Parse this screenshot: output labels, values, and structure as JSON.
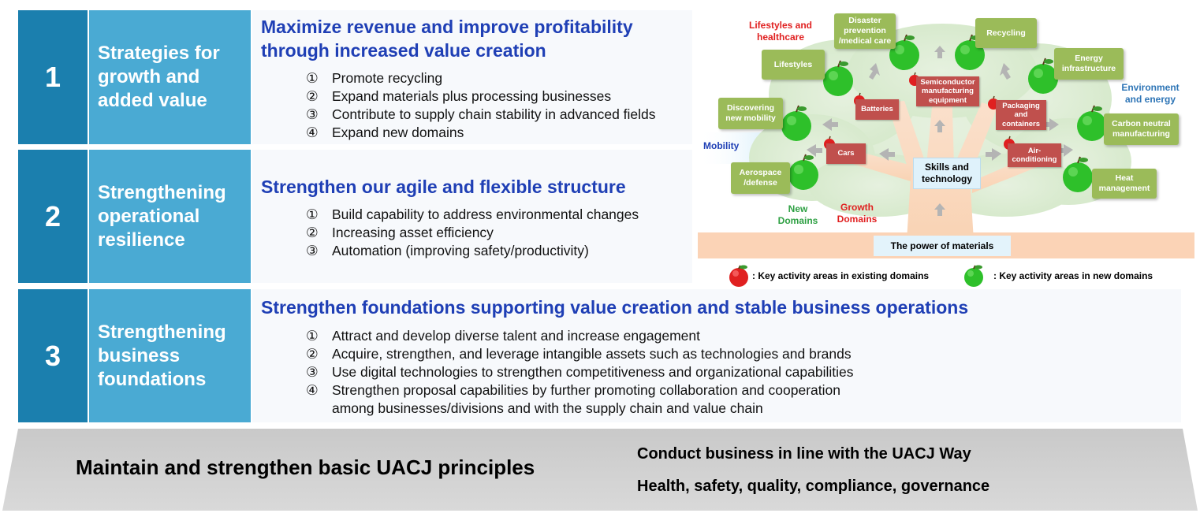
{
  "pillars": [
    {
      "number": "1",
      "title": "Strategies for growth and added value",
      "heading_line1": "Maximize revenue and improve profitability",
      "heading_line2": "through increased value creation",
      "items": [
        {
          "marker": "①",
          "text": "Promote recycling"
        },
        {
          "marker": "②",
          "text": "Expand materials plus processing businesses"
        },
        {
          "marker": "③",
          "text": "Contribute to supply chain stability in advanced fields"
        },
        {
          "marker": "④",
          "text": "Expand new domains"
        }
      ]
    },
    {
      "number": "2",
      "title": "Strengthening operational resilience",
      "heading_line1": "Strengthen our agile and flexible structure",
      "items": [
        {
          "marker": "①",
          "text": "Build capability to address environmental changes"
        },
        {
          "marker": "②",
          "text": "Increasing asset efficiency"
        },
        {
          "marker": "③",
          "text": "Automation (improving safety/productivity)"
        }
      ]
    },
    {
      "number": "3",
      "title": "Strengthening business foundations",
      "heading_line1": "Strengthen foundations supporting value creation and stable business operations",
      "items": [
        {
          "marker": "①",
          "text": "Attract and develop diverse talent and increase engagement"
        },
        {
          "marker": "②",
          "text": "Acquire, strengthen, and leverage intangible assets such as technologies and brands"
        },
        {
          "marker": "③",
          "text": "Use digital technologies to strengthen competitiveness and organizational capabilities"
        },
        {
          "marker": "④",
          "text": "Strengthen proposal capabilities by further promoting collaboration and cooperation"
        }
      ],
      "item4_continuation": "among businesses/divisions and with the supply chain and value chain"
    }
  ],
  "foundation": {
    "main": "Maintain and strengthen basic UACJ principles",
    "line1": "Conduct business in line with the UACJ Way",
    "line2": "Health, safety, quality, compliance, governance"
  },
  "tree": {
    "green_boxes": {
      "disaster": "Disaster prevention /medical care",
      "recycling": "Recycling",
      "lifestyles": "Lifestyles",
      "energy_infra": "Energy infrastructure",
      "discovering": "Discovering new mobility",
      "carbon": "Carbon neutral manufacturing",
      "aerospace": "Aerospace /defense",
      "heat": "Heat management"
    },
    "red_boxes": {
      "semiconductor": "Semiconductor manufacturing equipment",
      "batteries": "Batteries",
      "packaging": "Packaging and containers",
      "cars": "Cars",
      "aircon": "Air-conditioning"
    },
    "domain_labels": {
      "lifestyles_healthcare": "Lifestyles and healthcare",
      "environment_energy": "Environment and energy",
      "mobility": "Mobility",
      "new_domains": "New Domains",
      "growth_domains": "Growth Domains"
    },
    "skills": "Skills and technology",
    "power": "The power of materials",
    "legend_existing": ": Key activity areas in existing domains",
    "legend_new": ": Key activity areas in new domains",
    "colors": {
      "green_box": "#9bbb59",
      "red_box": "#c0504d",
      "canopy": "#d8ead0",
      "trunk": "#fbd8bd",
      "lifestyles_label": "#e02020",
      "environment_label": "#2e75b6",
      "mobility_label": "#1f3fb5",
      "new_domains_label": "#2ea043",
      "growth_domains_label": "#e02020"
    }
  }
}
